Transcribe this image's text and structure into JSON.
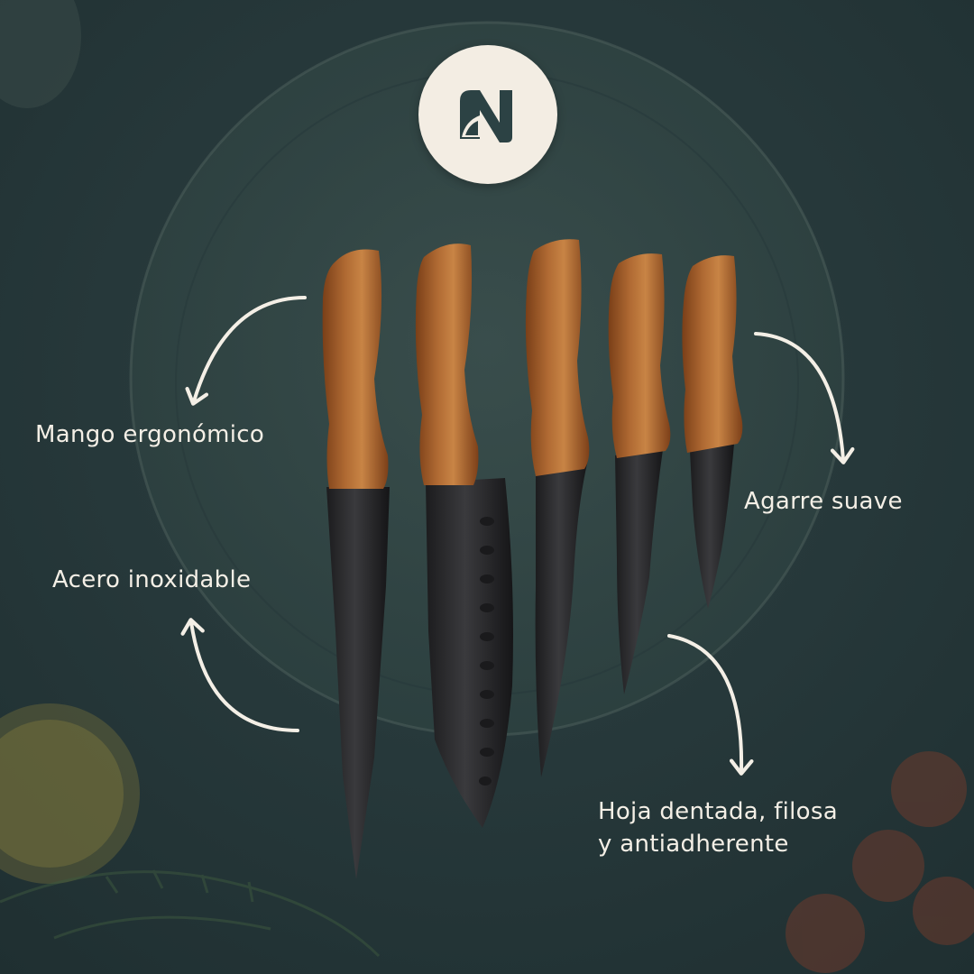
{
  "brand": {
    "logo": "brand-monogram-logo"
  },
  "colors": {
    "background": "#233436",
    "handle_wood": "#a8622a",
    "blade": "#2a2a2c",
    "text": "#f4efe6",
    "logo_badge": "#f3ede3",
    "logo_mark": "#2c4244"
  },
  "features": {
    "mango": "Mango ergonómico",
    "agarre": "Agarre suave",
    "acero": "Acero inoxidable",
    "hoja_line1": "Hoja dentada, filosa",
    "hoja_line2": "y antiadherente"
  }
}
